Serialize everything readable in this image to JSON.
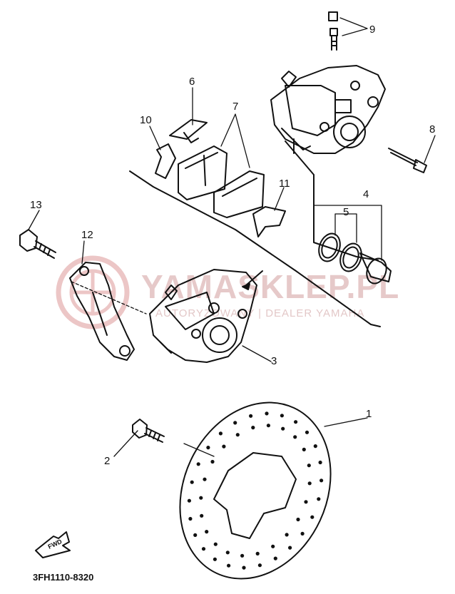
{
  "callouts": [
    "1",
    "2",
    "3",
    "4",
    "5",
    "6",
    "7",
    "8",
    "9",
    "10",
    "11",
    "12",
    "13"
  ],
  "diagram_code": "3FH1110-8320",
  "watermark": {
    "brand": "YAMASKLEP.PL",
    "tagline": "AUTORYZOWANY | DEALER YAMAHA"
  },
  "forward_label": "FWD"
}
